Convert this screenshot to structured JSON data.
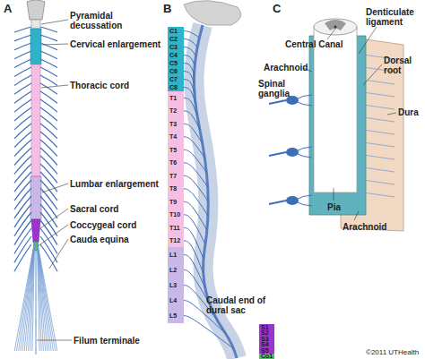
{
  "diagram": {
    "nodes": [
      {
        "text": [
          "C1"
        ]
      },
      {
        "text": [
          "C2"
        ]
      },
      {
        "text": [
          "C3"
        ]
      },
      {
        "text": [
          "C4"
        ]
      },
      {
        "text": [
          "C5"
        ]
      },
      {
        "text": [
          "C6"
        ]
      },
      {
        "text": [
          "C7"
        ]
      },
      {
        "text": [
          "C8"
        ]
      },
      {
        "text": [
          "T1"
        ]
      },
      {
        "text": [
          "T2"
        ]
      },
      {
        "text": [
          "T3"
        ]
      },
      {
        "text": [
          "T4"
        ]
      },
      {
        "text": [
          "T5"
        ]
      },
      {
        "text": [
          "T6"
        ]
      },
      {
        "text": [
          "T7"
        ]
      },
      {
        "text": [
          "T8"
        ]
      },
      {
        "text": [
          "T9"
        ]
      },
      {
        "text": [
          "T10"
        ]
      },
      {
        "text": [
          "T11"
        ]
      },
      {
        "text": [
          "T12"
        ]
      },
      {
        "text": [
          "L1"
        ]
      },
      {
        "text": [
          "L2"
        ]
      },
      {
        "text": [
          "L3"
        ]
      },
      {
        "text": [
          "L4"
        ]
      },
      {
        "text": [
          "L5"
        ]
      },
      {
        "text": [
          "S1"
        ]
      },
      {
        "text": [
          "S2"
        ]
      },
      {
        "text": [
          "S3"
        ]
      },
      {
        "text": [
          "S4"
        ]
      },
      {
        "text": [
          "S5"
        ]
      },
      {
        "text": [
          "Co1"
        ]
      }
    ],
    "labels": [
      "A",
      "B",
      "C",
      "Pyramidal decussation",
      "Cervical enlargement",
      "Thoracic cord",
      "Lumbar enlargement",
      "Sacral cord",
      "Coccygeal cord",
      "Cauda equina",
      "Caudal end of dural sac",
      "Filum terminale",
      "Central Canal",
      "Denticulate ligament",
      "Arachnoid",
      "Dorsal root",
      "Spinal ganglia",
      "Dura",
      "Pia",
      "Arachnoid",
      "©2011 UTHealth"
    ]
  }
}
